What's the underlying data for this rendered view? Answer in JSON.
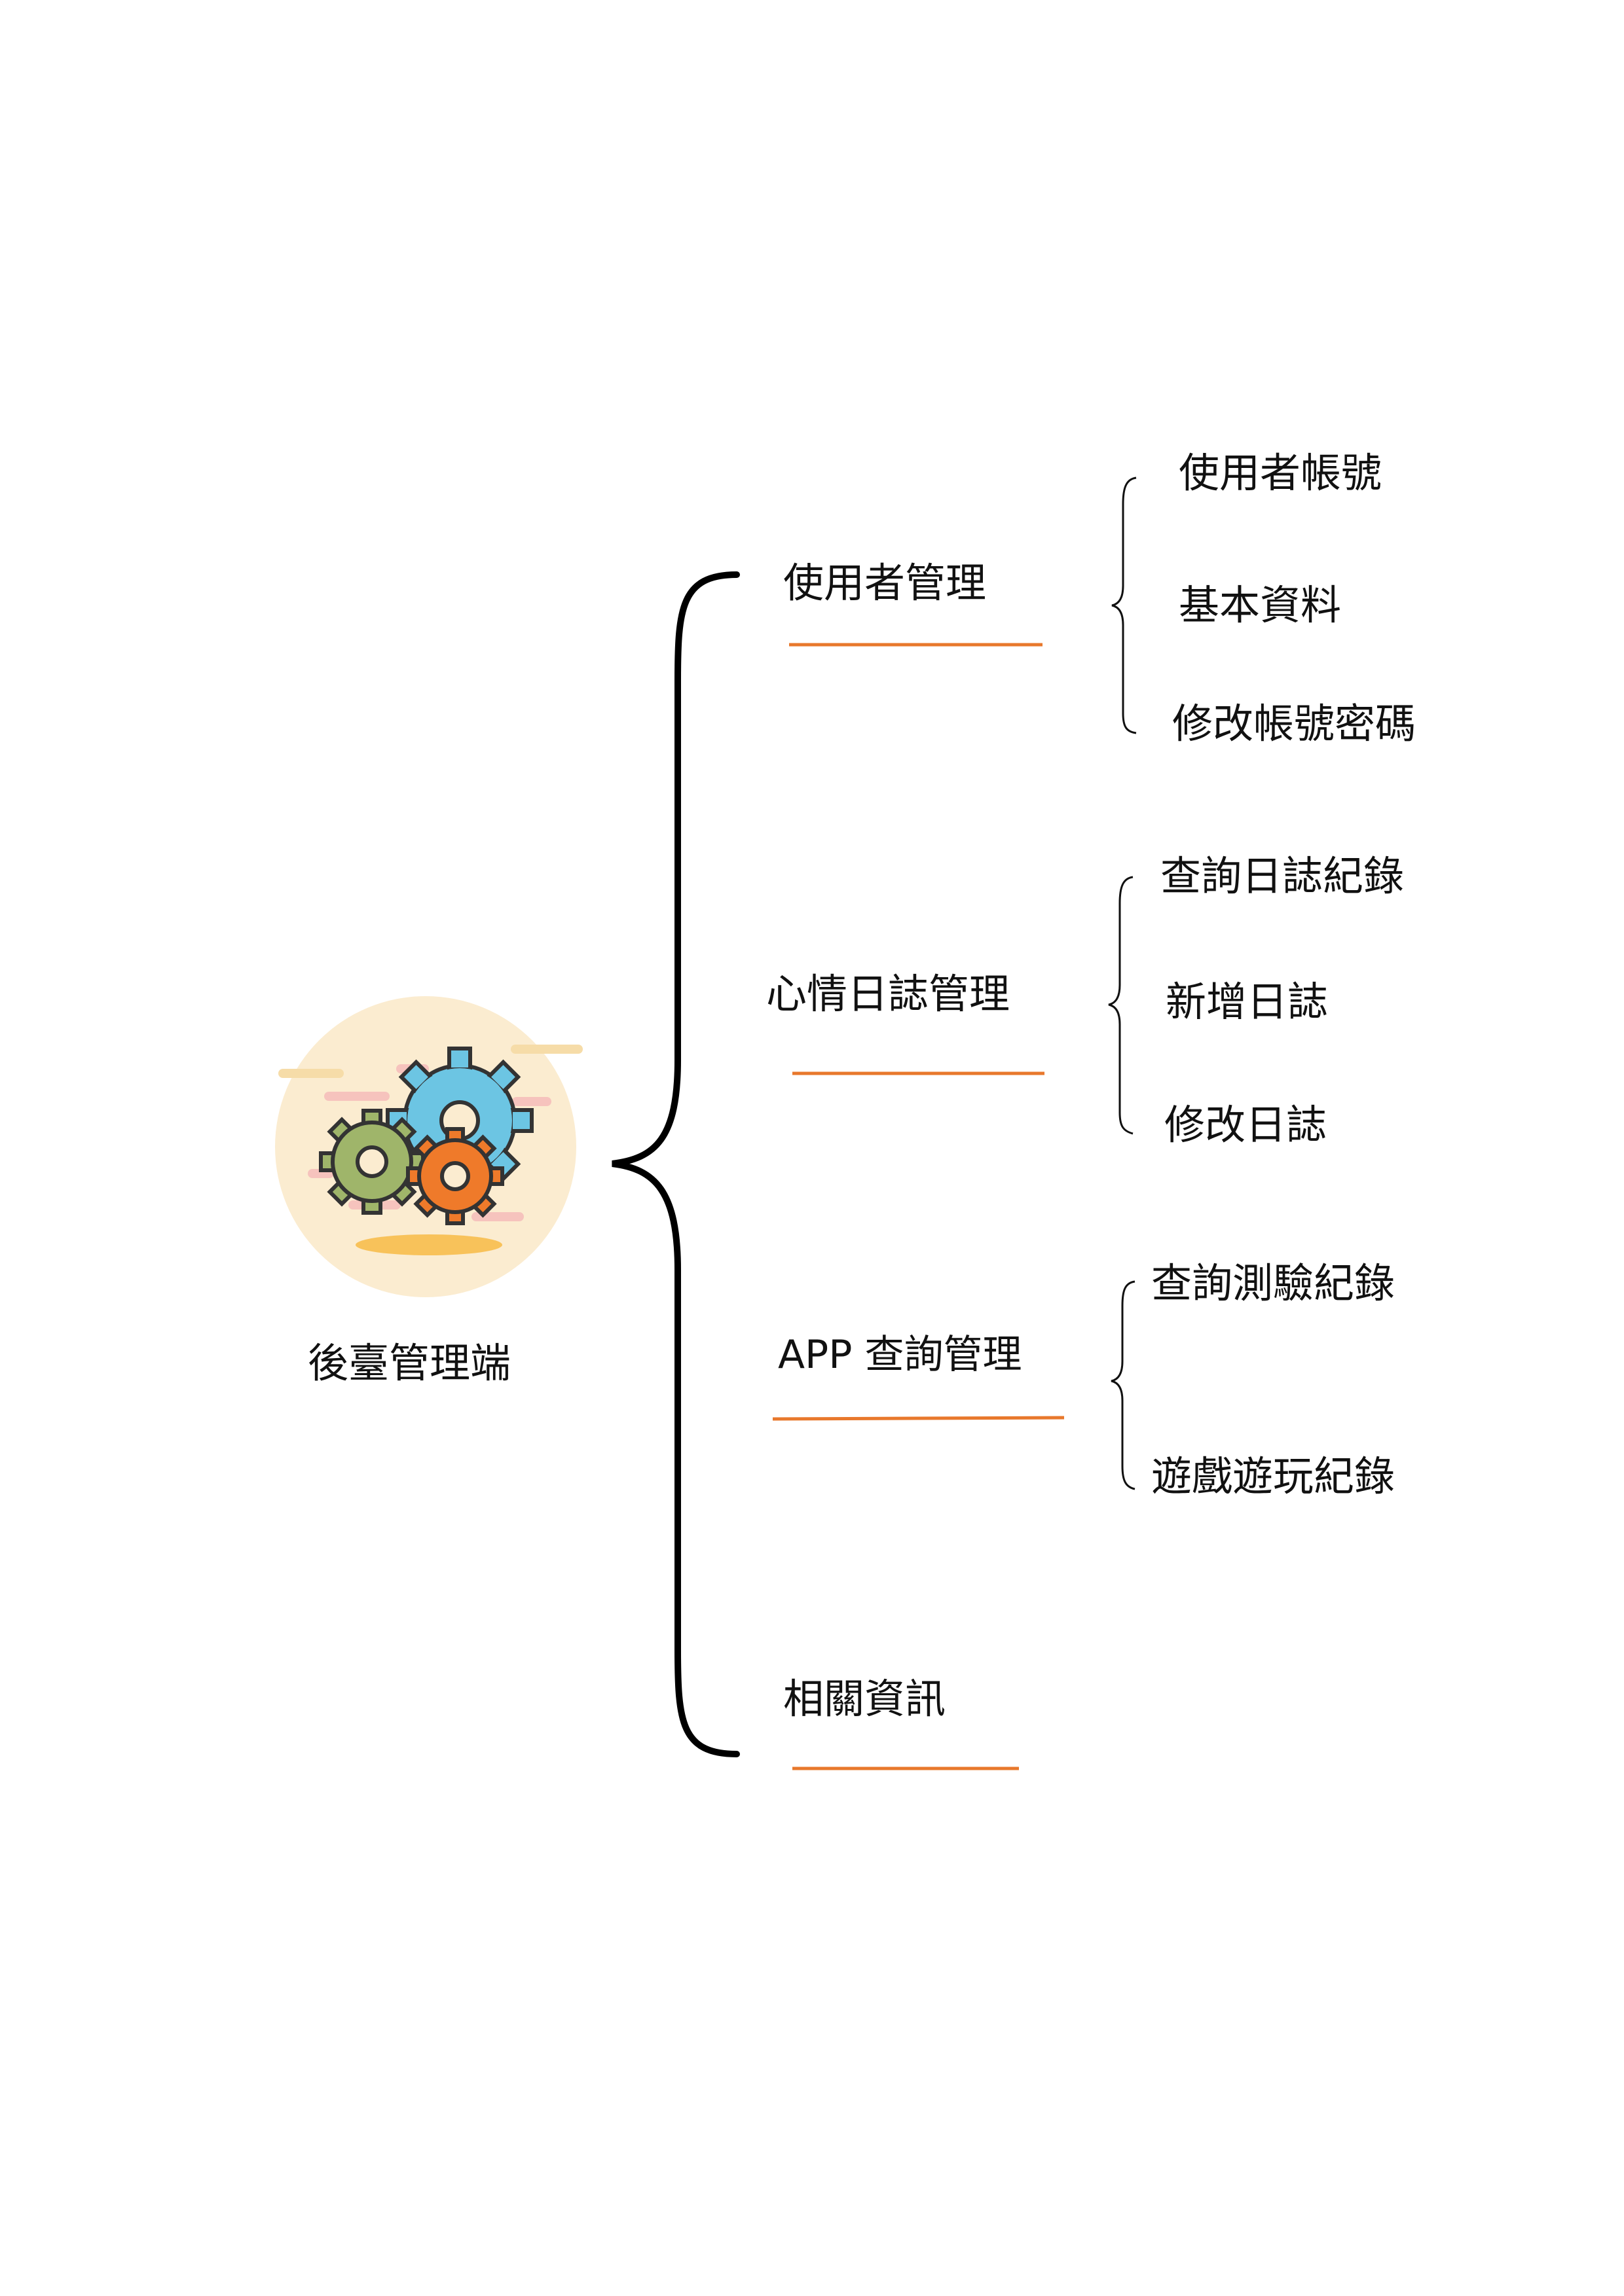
{
  "root": {
    "label": "後臺管理端",
    "icon": "gears-icon"
  },
  "branches": [
    {
      "label": "使用者管理",
      "children": [
        "使用者帳號",
        "基本資料",
        "修改帳號密碼"
      ]
    },
    {
      "label": "心情日誌管理",
      "children": [
        "查詢日誌紀錄",
        "新增日誌",
        "修改日誌"
      ]
    },
    {
      "label": "APP 查詢管理",
      "children": [
        "查詢測驗紀錄",
        "遊戲遊玩紀錄"
      ]
    },
    {
      "label": "相關資訊",
      "children": []
    }
  ],
  "colors": {
    "underline": "#e8782c",
    "brace": "#000000",
    "icon_background": "#fbecd0",
    "gear_blue": "#6cc5e3",
    "gear_green": "#9fb56a",
    "gear_orange": "#ef7a2a",
    "shadow": "#f8c25a"
  }
}
